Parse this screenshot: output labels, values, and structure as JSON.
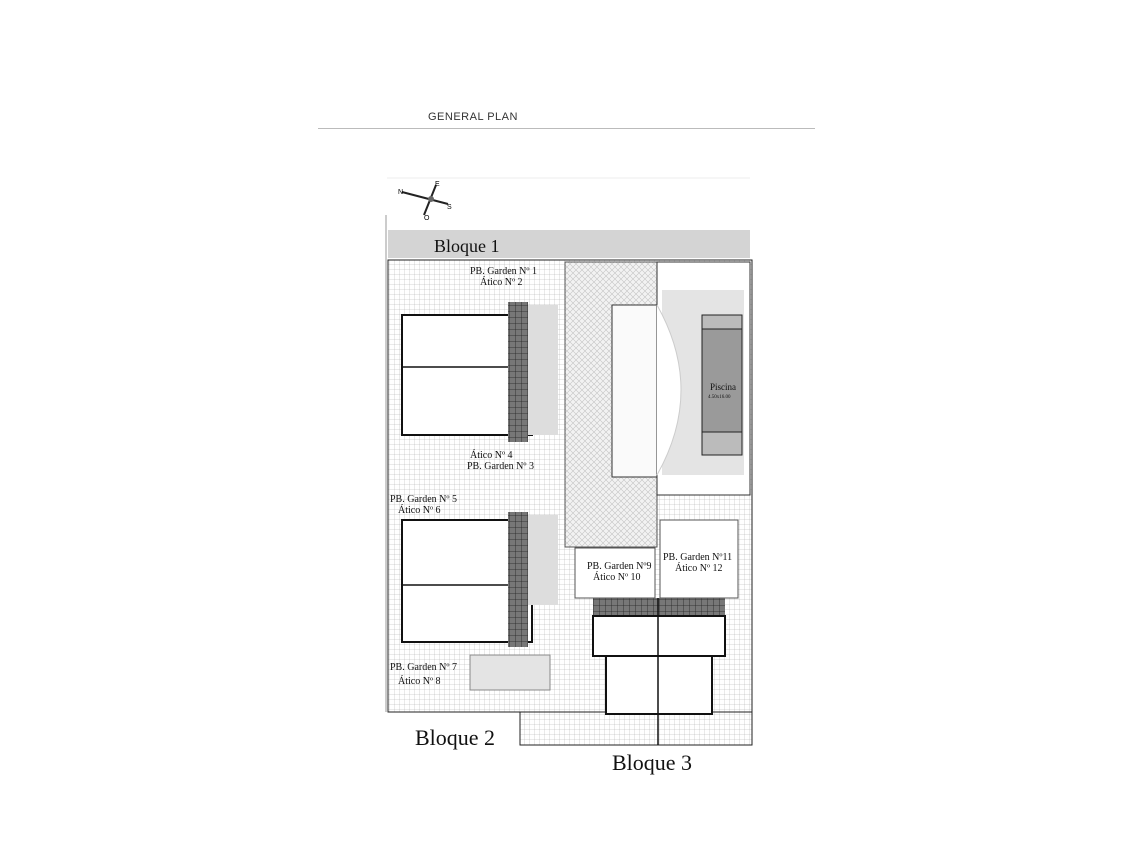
{
  "header": {
    "title": "GENERAL PLAN"
  },
  "compass": {
    "n": "N",
    "e": "E",
    "s": "S",
    "o": "O"
  },
  "blocks": [
    "Bloque 1",
    "Bloque 2",
    "Bloque 3"
  ],
  "units": [
    "PB. Garden Nº 1",
    "Ático Nº 2",
    "Ático Nº 4",
    "PB. Garden Nº 3",
    "PB. Garden Nº 5",
    "Ático Nº 6",
    "PB. Garden Nº 7",
    "Ático Nº 8",
    "PB. Garden Nº9",
    "Ático Nº 10",
    "PB. Garden Nº11",
    "Ático Nº 12"
  ],
  "pool": {
    "label": "Piscina",
    "size": "4.50x16.00"
  },
  "colors": {
    "band": "#d4d4d4",
    "pool_deck": "#e4e4e4",
    "pool": "#9a9a9a",
    "line": "#222222"
  }
}
